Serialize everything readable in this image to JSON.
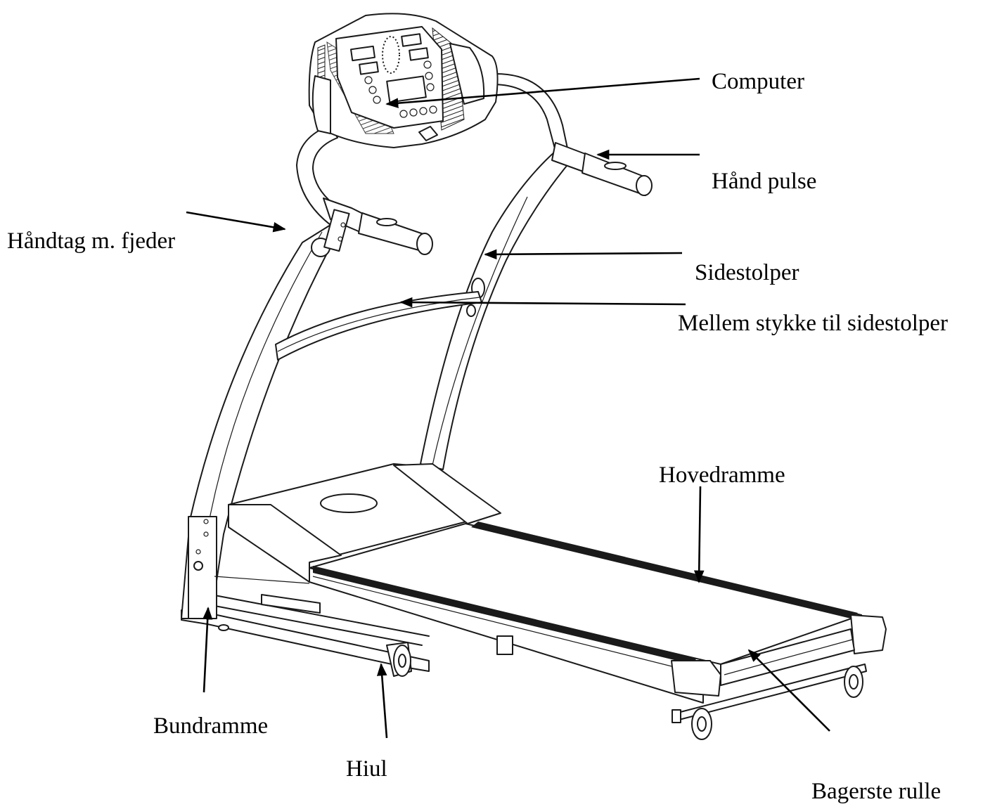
{
  "labels": {
    "computer": "Computer",
    "hand_pulse": "Hånd pulse",
    "handle_spring": "Håndtag m. fjeder",
    "side_posts": "Sidestolper",
    "cross_bar": "Mellem stykke til sidestolper",
    "main_frame": "Hovedramme",
    "base_frame": "Bundramme",
    "wheel": "Hiul",
    "rear_roller": "Bagerste rulle"
  },
  "colors": {
    "line": "#1a1a1a",
    "background": "#ffffff",
    "text": "#000000"
  }
}
